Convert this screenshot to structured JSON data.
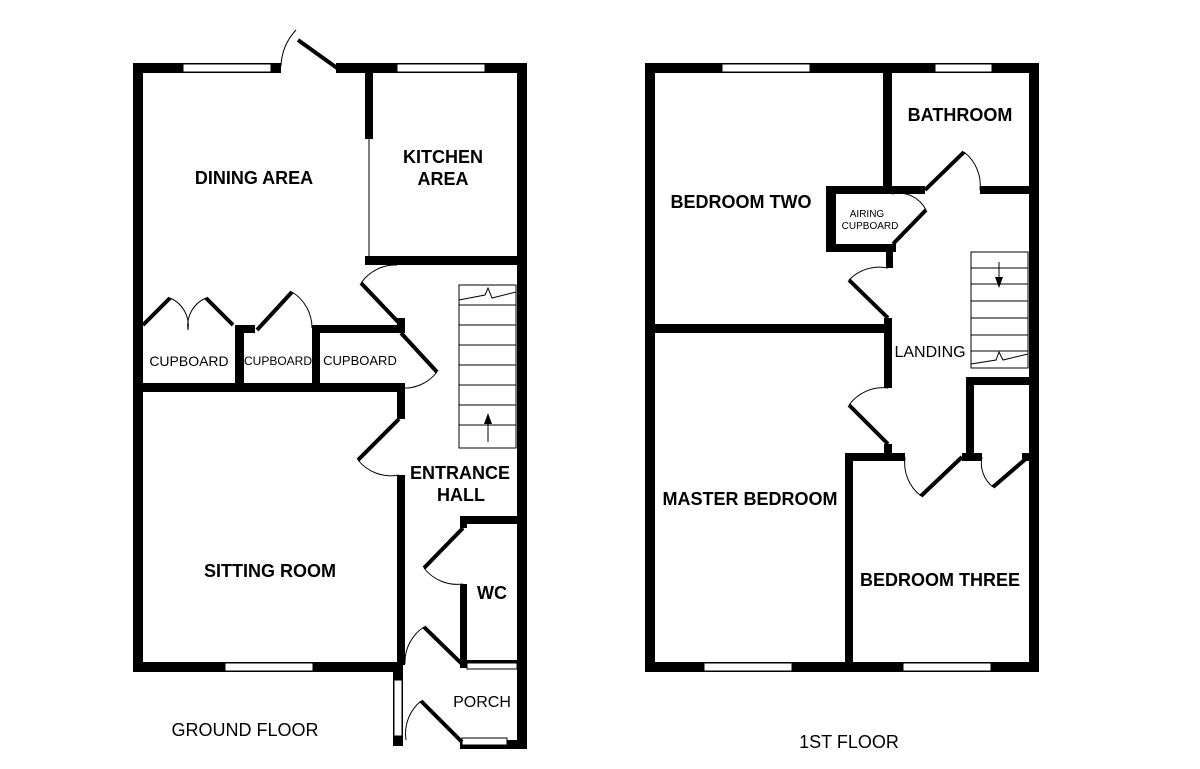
{
  "ground_floor": {
    "title": "GROUND FLOOR",
    "rooms": {
      "dining_area": "DINING AREA",
      "kitchen_line1": "KITCHEN",
      "kitchen_line2": "AREA",
      "cupboard_1": "CUPBOARD",
      "cupboard_2": "CUPBOARD",
      "cupboard_3": "CUPBOARD",
      "entrance_line1": "ENTRANCE",
      "entrance_line2": "HALL",
      "sitting_room": "SITTING ROOM",
      "wc": "WC",
      "porch": "PORCH"
    }
  },
  "first_floor": {
    "title": "1ST FLOOR",
    "rooms": {
      "bathroom": "BATHROOM",
      "bedroom_two": "BEDROOM TWO",
      "airing_line1": "AIRING",
      "airing_line2": "CUPBOARD",
      "landing": "LANDING",
      "master_bedroom": "MASTER BEDROOM",
      "bedroom_three": "BEDROOM THREE"
    }
  }
}
